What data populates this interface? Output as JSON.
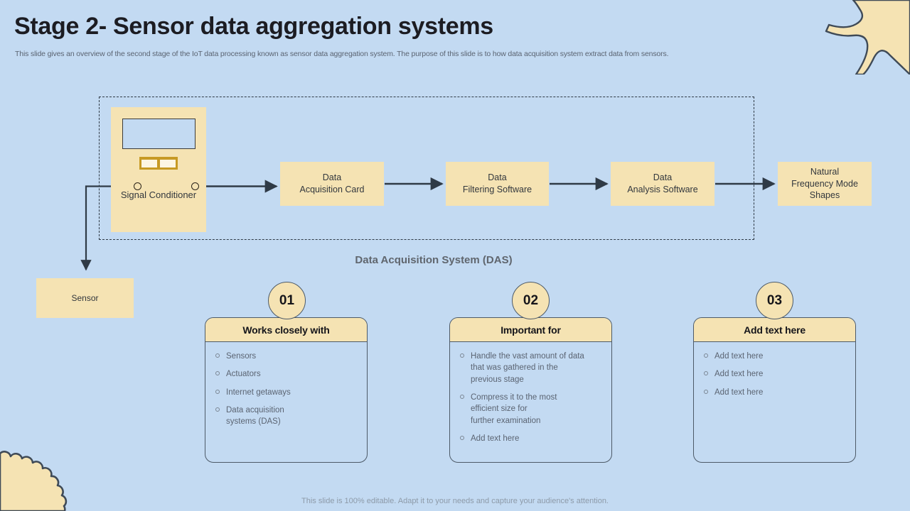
{
  "slide": {
    "background_color": "#c3daf2",
    "accent_color": "#f5e3b3",
    "line_color": "#2f3a46",
    "title": "Stage 2- Sensor data aggregation systems",
    "subtitle": "This slide gives an overview of the second stage of the IoT  data processing known as sensor data aggregation system. The purpose of this slide is to how data acquisition system extract data from sensors.",
    "footer": "This slide is 100% editable. Adapt it to your needs and capture your audience's attention."
  },
  "diagram": {
    "caption": "Data Acquisition  System\n(DAS)",
    "device": {
      "label": "Signal\nConditioner",
      "port_left": "input-port",
      "port_right": "output-port"
    },
    "sensor_box": "Sensor",
    "flow_boxes": [
      {
        "label": "Data\nAcquisition Card"
      },
      {
        "label": "Data\nFiltering Software"
      },
      {
        "label": "Data\nAnalysis Software"
      },
      {
        "label": "Natural\nFrequency Mode\nShapes"
      }
    ]
  },
  "cards": [
    {
      "number": "01",
      "title": "Works closely with",
      "items": [
        "Sensors",
        "Actuators",
        "Internet getaways",
        "Data acquisition\nsystems (DAS)"
      ]
    },
    {
      "number": "02",
      "title": "Important for",
      "items": [
        "Handle  the vast  amount of data\nthat was gathered  in the\nprevious  stage",
        "Compress  it to the most\nefficient  size for\nfurther  examination",
        "Add text here"
      ]
    },
    {
      "number": "03",
      "title": "Add text here",
      "items": [
        "Add text here",
        "Add text here",
        "Add text here"
      ]
    }
  ]
}
